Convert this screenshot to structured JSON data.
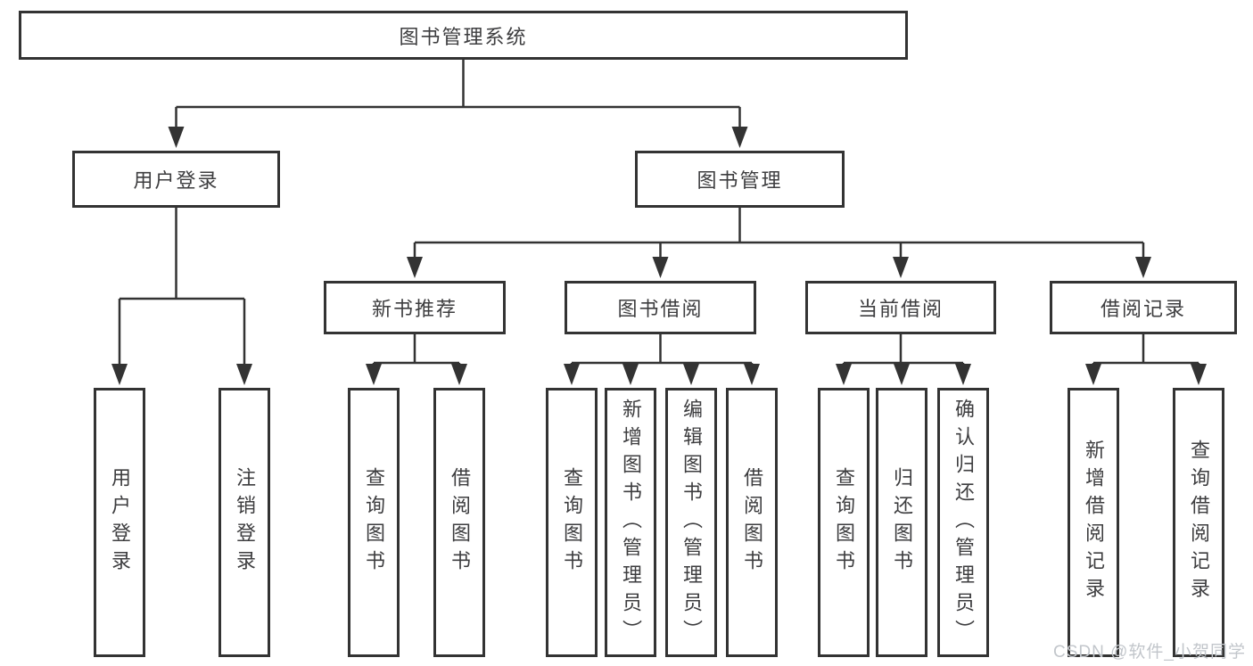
{
  "colors": {
    "line": "#333333",
    "box_border": "#333333",
    "box_fill": "#ffffff",
    "text": "#3d3d3f",
    "watermark": "#c2c6cb",
    "background": "#ffffff"
  },
  "diagram": {
    "root": {
      "label": "图书管理系统"
    },
    "level2": [
      {
        "label": "用户登录"
      },
      {
        "label": "图书管理"
      }
    ],
    "level3": [
      {
        "label": "新书推荐"
      },
      {
        "label": "图书借阅"
      },
      {
        "label": "当前借阅"
      },
      {
        "label": "借阅记录"
      }
    ],
    "leaves": {
      "user_login": [
        "用户登录",
        "注销登录"
      ],
      "new_book": [
        "查询图书",
        "借阅图书"
      ],
      "book_borrow": [
        "查询图书",
        "新增图书（管理员）",
        "编辑图书（管理员）",
        "借阅图书"
      ],
      "current_borrow": [
        "查询图书",
        "归还图书",
        "确认归还（管理员）"
      ],
      "borrow_record": [
        "新增借阅记录",
        "查询借阅记录"
      ]
    }
  },
  "watermark": {
    "text": "CSDN @软件_小贺同学"
  }
}
